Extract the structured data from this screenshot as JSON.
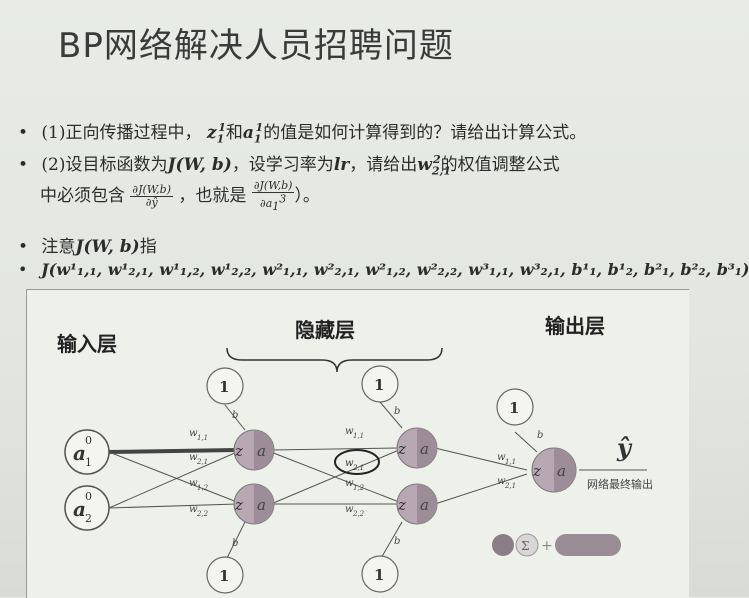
{
  "slide": {
    "title": "BP网络解决人员招聘问题",
    "q1": {
      "prefix": "(1)正向传播过程中，",
      "mid": "和",
      "suffix": "的值是如何计算得到的？请给出计算公式。"
    },
    "q2": {
      "prefix": "(2)设目标函数为",
      "jw": "J(W, b)",
      "mid1": "，设学习率为",
      "lr": "lr",
      "mid2": "，请给出",
      "suffix": "的权值调整公式",
      "line2_prefix": "中必须包含",
      "line2_mid": "，也就是",
      "line2_suffix": "）。"
    },
    "note": {
      "prefix": "注意",
      "jw": "J(W, b)",
      "suffix": "指"
    },
    "params_line": "J(w¹₁,₁, w¹₂,₁, w¹₁,₂, w¹₂,₂, w²₁,₁, w²₂,₁, w²₁,₂, w²₂,₂, w³₁,₁, w³₂,₁, b¹₁, b¹₂, b²₁, b²₂, b³₁)"
  },
  "diagram": {
    "input_layer_label": "输入层",
    "hidden_layer_label": "隐藏层",
    "output_layer_label": "输出层",
    "output_caption": "网络最终输出",
    "bias_node_label": "1",
    "output_symbol": "ŷ"
  }
}
